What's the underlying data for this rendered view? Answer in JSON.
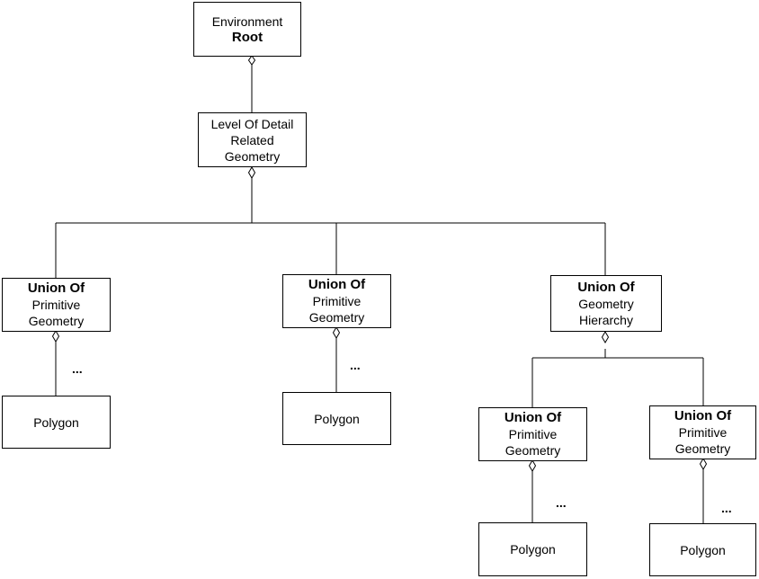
{
  "nodes": {
    "root": {
      "line1": "Environment",
      "line2": "Root"
    },
    "lod": {
      "line1": "Level Of Detail",
      "line2": "Related",
      "line3": "Geometry"
    },
    "upg1": {
      "line1": "Union Of",
      "line2": "Primitive",
      "line3": "Geometry"
    },
    "upg2": {
      "line1": "Union Of",
      "line2": "Primitive",
      "line3": "Geometry"
    },
    "ugh": {
      "line1": "Union Of",
      "line2": "Geometry",
      "line3": "Hierarchy"
    },
    "upg3": {
      "line1": "Union Of",
      "line2": "Primitive",
      "line3": "Geometry"
    },
    "upg4": {
      "line1": "Union Of",
      "line2": "Primitive",
      "line3": "Geometry"
    },
    "poly1": {
      "label": "Polygon"
    },
    "poly2": {
      "label": "Polygon"
    },
    "poly3": {
      "label": "Polygon"
    },
    "poly4": {
      "label": "Polygon"
    }
  },
  "ellipsis": "..."
}
